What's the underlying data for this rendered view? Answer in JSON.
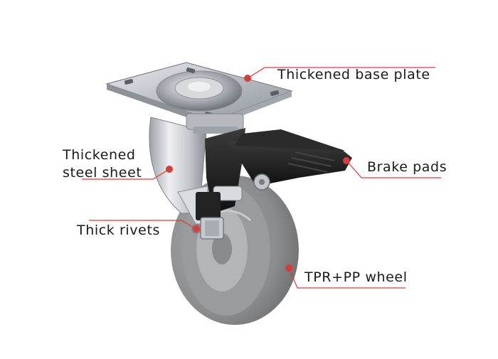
{
  "image": {
    "subject": "caster-wheel-icon",
    "colors": {
      "leader": "#d93a3a",
      "text": "#1a1a1a",
      "steel": "#c9ccd0",
      "brake": "#1b1b1b",
      "wheel": "#8c8d8f"
    }
  },
  "callouts": {
    "base_plate": "Thickened base plate",
    "steel_sheet": [
      "Thickened",
      "steel sheet"
    ],
    "brake_pads": "Brake pads",
    "rivets": "Thick rivets",
    "wheel": "TPR+PP wheel"
  }
}
